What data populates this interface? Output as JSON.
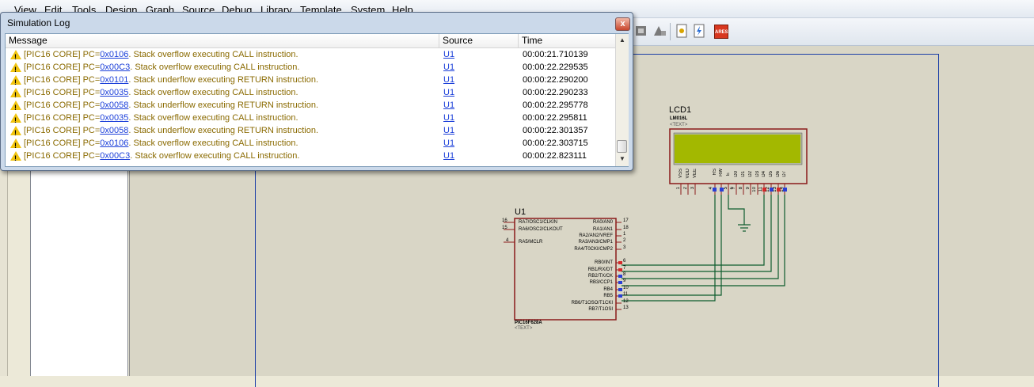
{
  "menubar": {
    "items": [
      "View",
      "Edit",
      "Tools",
      "Design",
      "Graph",
      "Source",
      "Debug",
      "Library",
      "Template",
      "System",
      "Help"
    ]
  },
  "toolbar": {
    "ares_label": "ARES"
  },
  "simulation_log": {
    "title": "Simulation Log",
    "close_label": "x",
    "columns": {
      "message": "Message",
      "source": "Source",
      "time": "Time"
    },
    "rows": [
      {
        "prefix": "[PIC16 CORE] PC=",
        "pc": "0x0106",
        "text": ". Stack overflow executing CALL instruction.",
        "source": "U1",
        "time": "00:00:21.710139"
      },
      {
        "prefix": "[PIC16 CORE] PC=",
        "pc": "0x00C3",
        "text": ". Stack overflow executing CALL instruction.",
        "source": "U1",
        "time": "00:00:22.229535"
      },
      {
        "prefix": "[PIC16 CORE] PC=",
        "pc": "0x0101",
        "text": ". Stack underflow executing RETURN instruction.",
        "source": "U1",
        "time": "00:00:22.290200"
      },
      {
        "prefix": "[PIC16 CORE] PC=",
        "pc": "0x0035",
        "text": ". Stack overflow executing CALL instruction.",
        "source": "U1",
        "time": "00:00:22.290233"
      },
      {
        "prefix": "[PIC16 CORE] PC=",
        "pc": "0x0058",
        "text": ". Stack underflow executing RETURN instruction.",
        "source": "U1",
        "time": "00:00:22.295778"
      },
      {
        "prefix": "[PIC16 CORE] PC=",
        "pc": "0x0035",
        "text": ". Stack overflow executing CALL instruction.",
        "source": "U1",
        "time": "00:00:22.295811"
      },
      {
        "prefix": "[PIC16 CORE] PC=",
        "pc": "0x0058",
        "text": ". Stack underflow executing RETURN instruction.",
        "source": "U1",
        "time": "00:00:22.301357"
      },
      {
        "prefix": "[PIC16 CORE] PC=",
        "pc": "0x0106",
        "text": ". Stack overflow executing CALL instruction.",
        "source": "U1",
        "time": "00:00:22.303715"
      },
      {
        "prefix": "[PIC16 CORE] PC=",
        "pc": "0x00C3",
        "text": ". Stack overflow executing CALL instruction.",
        "source": "U1",
        "time": "00:00:22.823111"
      }
    ]
  },
  "schematic": {
    "lcd": {
      "ref": "LCD1",
      "part": "LM016L",
      "text": "<TEXT>",
      "pins": [
        "VSS",
        "VDD",
        "VEE",
        "RS",
        "RW",
        "E",
        "D0",
        "D1",
        "D2",
        "D3",
        "D4",
        "D5",
        "D6",
        "D7"
      ],
      "pin_numbers": [
        "1",
        "2",
        "3",
        "4",
        "5",
        "6",
        "7",
        "8",
        "9",
        "10",
        "11",
        "12",
        "13",
        "14"
      ]
    },
    "mcu": {
      "ref": "U1",
      "part": "PIC16F628A",
      "text": "<TEXT>",
      "left_pins": [
        {
          "num": "16",
          "name": "RA7/OSC1/CLKIN"
        },
        {
          "num": "15",
          "name": "RA6/OSC2/CLKOUT"
        },
        {
          "num": "4",
          "name": "RA5/MCLR"
        }
      ],
      "right_pins": [
        {
          "num": "17",
          "name": "RA0/AN0"
        },
        {
          "num": "18",
          "name": "RA1/AN1"
        },
        {
          "num": "1",
          "name": "RA2/AN2/VREF"
        },
        {
          "num": "2",
          "name": "RA3/AN3/CMP1"
        },
        {
          "num": "3",
          "name": "RA4/T0CKI/CMP2"
        },
        {
          "num": "6",
          "name": "RB0/INT"
        },
        {
          "num": "7",
          "name": "RB1/RX/DT"
        },
        {
          "num": "8",
          "name": "RB2/TX/CK"
        },
        {
          "num": "9",
          "name": "RB3/CCP1"
        },
        {
          "num": "10",
          "name": "RB4"
        },
        {
          "num": "11",
          "name": "RB5"
        },
        {
          "num": "12",
          "name": "RB6/T1OSO/T1CKI"
        },
        {
          "num": "13",
          "name": "RB7/T1OSI"
        }
      ]
    }
  }
}
